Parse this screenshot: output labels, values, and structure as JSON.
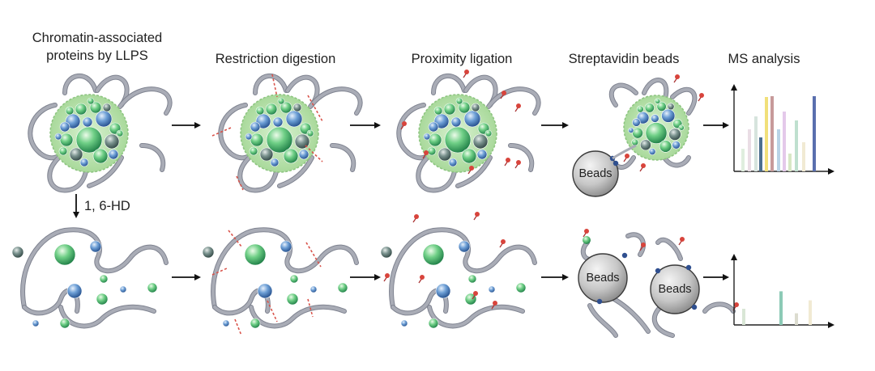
{
  "stage_labels": {
    "step1_line1": "Chromatin-associated",
    "step1_line2": "proteins by LLPS",
    "step2": "Restriction digestion",
    "step3": "Proximity ligation",
    "step4": "Streptavidin beads",
    "step5": "MS analysis"
  },
  "treatment_label": "1, 6-HD",
  "bead_label": "Beads",
  "colors": {
    "chromatin_fiber": "#a9acb6",
    "condensate_fill": "#b5e0aa",
    "protein_green": "#3fae65",
    "protein_blue": "#4d86c6",
    "protein_slate": "#4d6b66",
    "cut_line": "#d9534a",
    "biotin_tag": "#d8443c",
    "bead_fill": "#c9c9c9",
    "streptavidin": "#2f4f8f",
    "arrow": "#111111"
  },
  "ms_chart_condensate": {
    "type": "bar",
    "bar_colors": [
      "#dfeede",
      "#eadde5",
      "#d6e4dd",
      "#4b6f8f",
      "#f1e07a",
      "#c79a9a",
      "#b9d3e6",
      "#e4c9ea",
      "#d7e7c5",
      "#bfe0cf",
      "#f1ead3",
      "#5a6fae"
    ],
    "values": [
      0.28,
      0.52,
      0.68,
      0.42,
      0.92,
      0.93,
      0.52,
      0.74,
      0.22,
      0.63,
      0.36,
      0.93
    ]
  },
  "ms_chart_disrupted": {
    "type": "bar",
    "bar_colors": [
      "#d9e6d6",
      "#8ccab6",
      "#dcdccf",
      "#f1ead3"
    ],
    "values": [
      0.25,
      0.52,
      0.18,
      0.38
    ]
  }
}
